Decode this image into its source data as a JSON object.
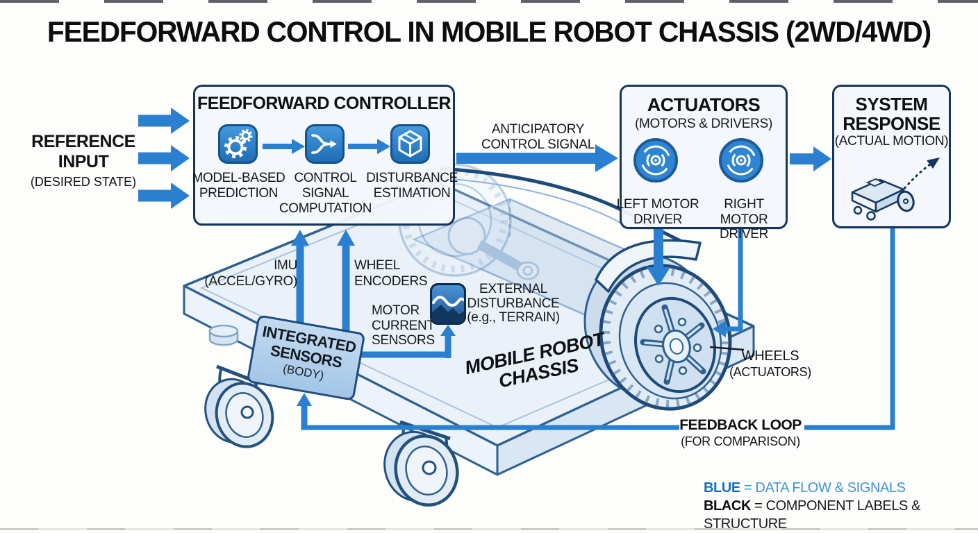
{
  "title": "FEEDFORWARD CONTROL IN MOBILE ROBOT CHASSIS (2WD/4WD)",
  "reference": {
    "l1": "REFERENCE",
    "l2": "INPUT",
    "sub": "(DESIRED STATE)"
  },
  "controller": {
    "title": "FEEDFORWARD CONTROLLER",
    "modules": [
      {
        "icon": "gears-icon",
        "lines": [
          "MODEL-BASED",
          "PREDICTION"
        ]
      },
      {
        "icon": "merge-arrow-icon",
        "lines": [
          "CONTROL",
          "SIGNAL",
          "COMPUTATION"
        ]
      },
      {
        "icon": "cube-icon",
        "lines": [
          "DISTURBANCE",
          "ESTIMATION"
        ]
      }
    ]
  },
  "signal_labels": {
    "anticipatory": [
      "ANTICIPATORY",
      "CONTROL SIGNAL"
    ]
  },
  "actuators": {
    "title": "ACTUATORS",
    "subtitle": "(MOTORS & DRIVERS)",
    "left": [
      "LEFT MOTOR",
      "DRIVER"
    ],
    "right": [
      "RIGHT MOTOR",
      "DRIVER"
    ]
  },
  "response": {
    "l1": "SYSTEM",
    "l2": "RESPONSE",
    "sub": "(ACTUAL MOTION)"
  },
  "sensor_labels": {
    "imu": [
      "IMU",
      "(ACCEL/GYRO)"
    ],
    "encoders": [
      "WHEEL",
      "ENCODERS"
    ],
    "motor_current": [
      "MOTOR",
      "CURRENT",
      "SENSORS"
    ],
    "integrated": [
      "INTEGRATED",
      "SENSORS",
      "(BODY)"
    ]
  },
  "disturbance_label": [
    "EXTERNAL",
    "DISTURBANCE",
    "(e.g., TERRAIN)"
  ],
  "chassis_label": [
    "MOBILE ROBOT",
    "CHASSIS"
  ],
  "wheels_label": [
    "WHEELS",
    "(ACTUATORS)"
  ],
  "feedback": {
    "title": "FEEDBACK LOOP",
    "sub": "(FOR COMPARISON)"
  },
  "legend": [
    {
      "key": "BLUE",
      "rest": " = DATA FLOW & SIGNALS",
      "color": "#1673c2"
    },
    {
      "key": "BLACK",
      "rest": " = COMPONENT LABELS & STRUCTURE",
      "color": "#121212"
    }
  ],
  "colors": {
    "signal_blue": "#2a7fd1",
    "structure_navy": "#16355c",
    "icon_blue": "#2e85d2",
    "panel_bg": "#f3f7fb",
    "sensor_box_bg": "#aecde9"
  }
}
